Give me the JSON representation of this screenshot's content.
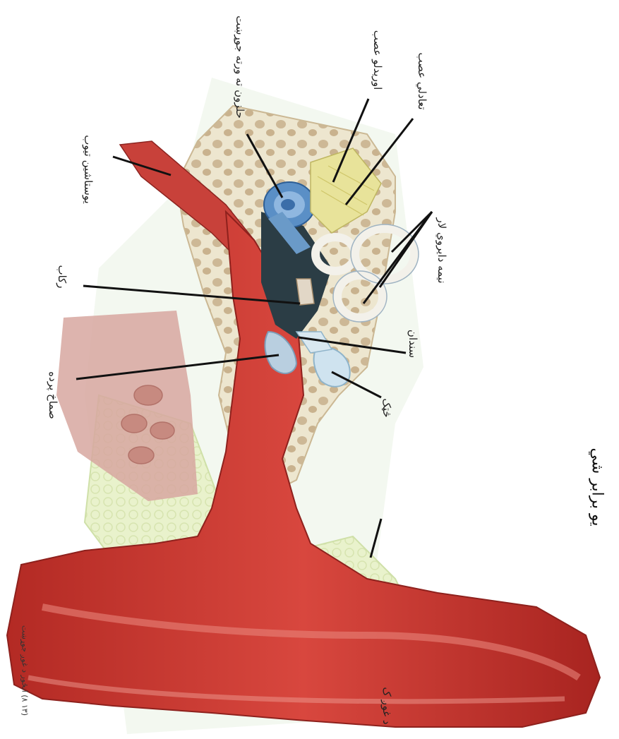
{
  "labels": {
    "cochlear_nerve": "تعادلي عصب",
    "vestibular_nerve": "اوریدلو عصب",
    "cochlea": "حلزون ته ورته جوړښت",
    "eustachian_tube": "يوستاشين تيوب",
    "semicircular_canals": "نيمه دايروي لار",
    "stapes": "رکاب",
    "incus": "سندان",
    "eardrum": "صماخ پرده",
    "malleus": "څټک",
    "outer_ear": "د غوږ ک",
    "side_caption": "يو برابر شي",
    "figure_caption": "(۱۳ ۸) انځور د غوږ جوړښت"
  },
  "colors": {
    "skin": "#c8332b",
    "bone": "#e6dcc0",
    "cartilage": "#e3efc4",
    "inner_blue": "#6a9ac8",
    "nerve": "#e8e39a"
  }
}
